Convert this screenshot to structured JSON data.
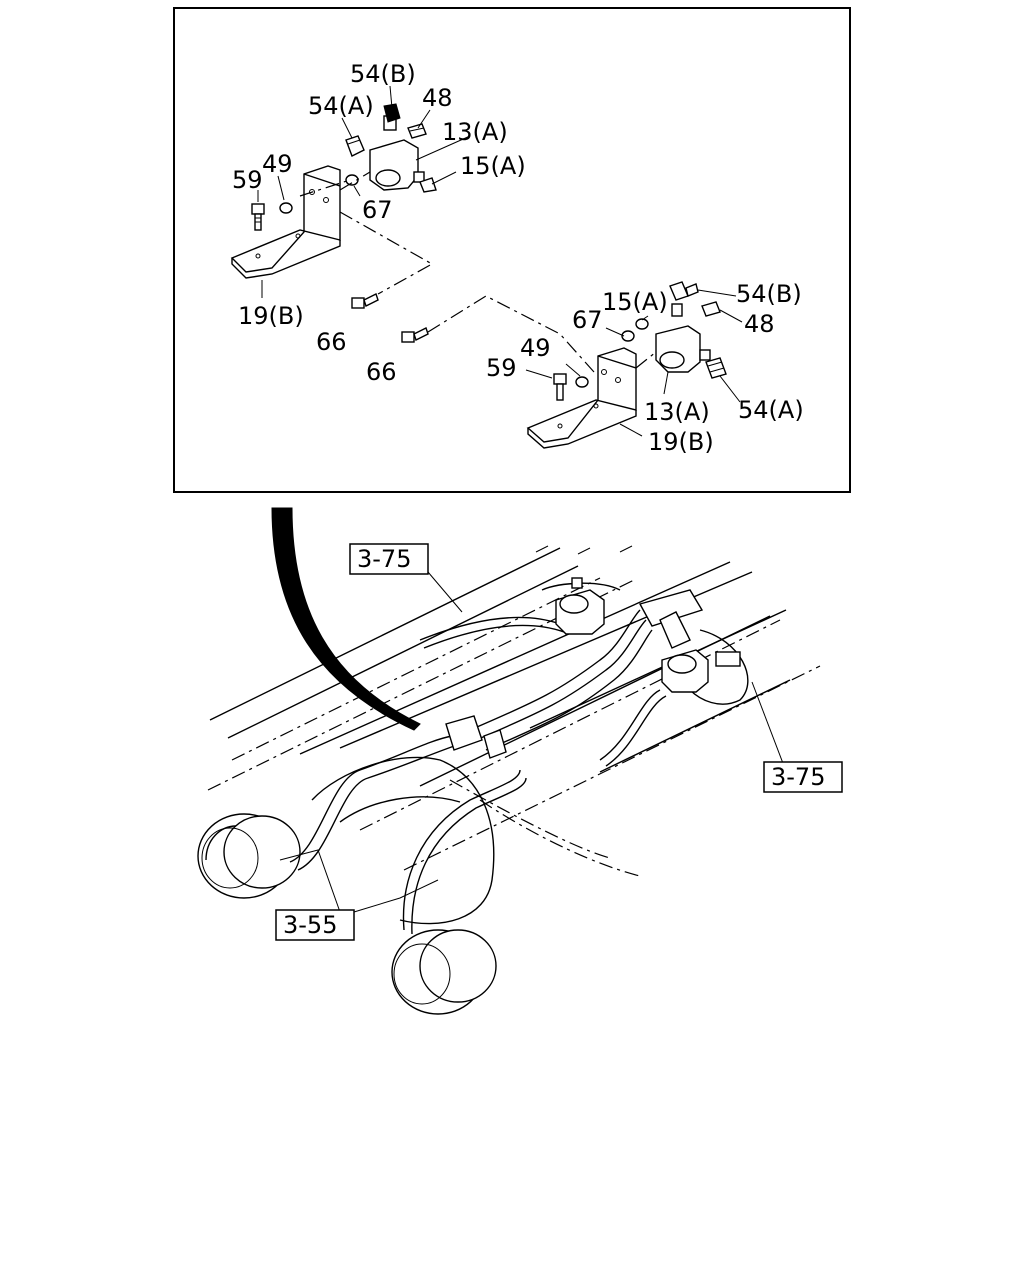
{
  "callouts": {
    "top_left": {
      "p54b": "54(B)",
      "p54a": "54(A)",
      "p48": "48",
      "p13a": "13(A)",
      "p15a": "15(A)",
      "p59": "59",
      "p49": "49",
      "p67": "67",
      "p19b": "19(B)",
      "p66": "66"
    },
    "top_right": {
      "p66": "66",
      "p15a": "15(A)",
      "p54b": "54(B)",
      "p67": "67",
      "p48": "48",
      "p49": "49",
      "p59": "59",
      "p13a": "13(A)",
      "p54a": "54(A)",
      "p19b": "19(B)"
    }
  },
  "references": {
    "ref_top": "3-75",
    "ref_right": "3-75",
    "ref_bottom": "3-55"
  }
}
